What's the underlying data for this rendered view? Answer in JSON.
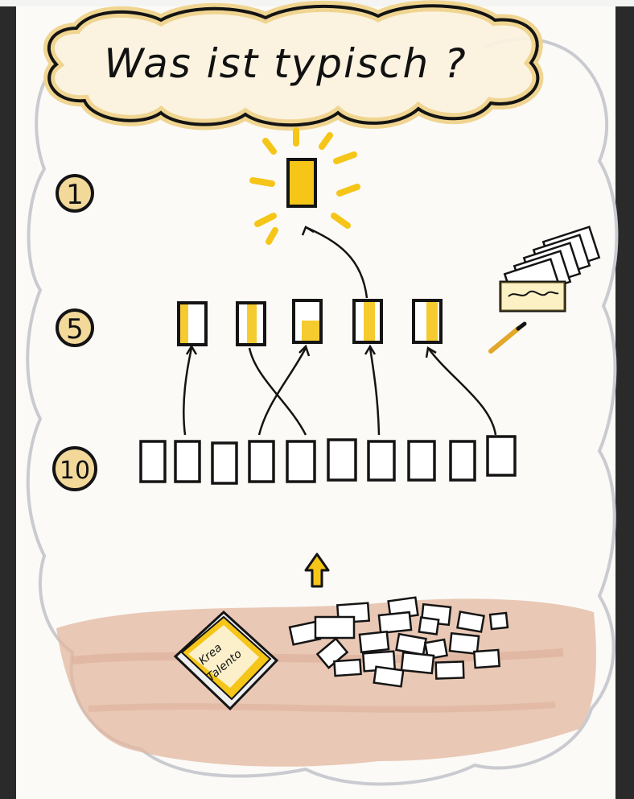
{
  "title": "Was ist typisch ?",
  "levels": [
    {
      "label": "1",
      "card_count": 1
    },
    {
      "label": "5",
      "card_count": 5
    },
    {
      "label": "10",
      "card_count": 10
    }
  ],
  "box": {
    "line1": "Krea",
    "line2": "Talento"
  },
  "colors": {
    "paper": "#fbfaf7",
    "ink": "#141414",
    "accent_yellow": "#f5c518",
    "cloud_fill": "#fbf3df",
    "ground": "#e3b79f",
    "board_frame": "#2a2a2a"
  },
  "icons": [
    "sun-rays-icon",
    "arrow-up-icon",
    "pen-icon",
    "card-stack-icon",
    "card-box-icon"
  ]
}
